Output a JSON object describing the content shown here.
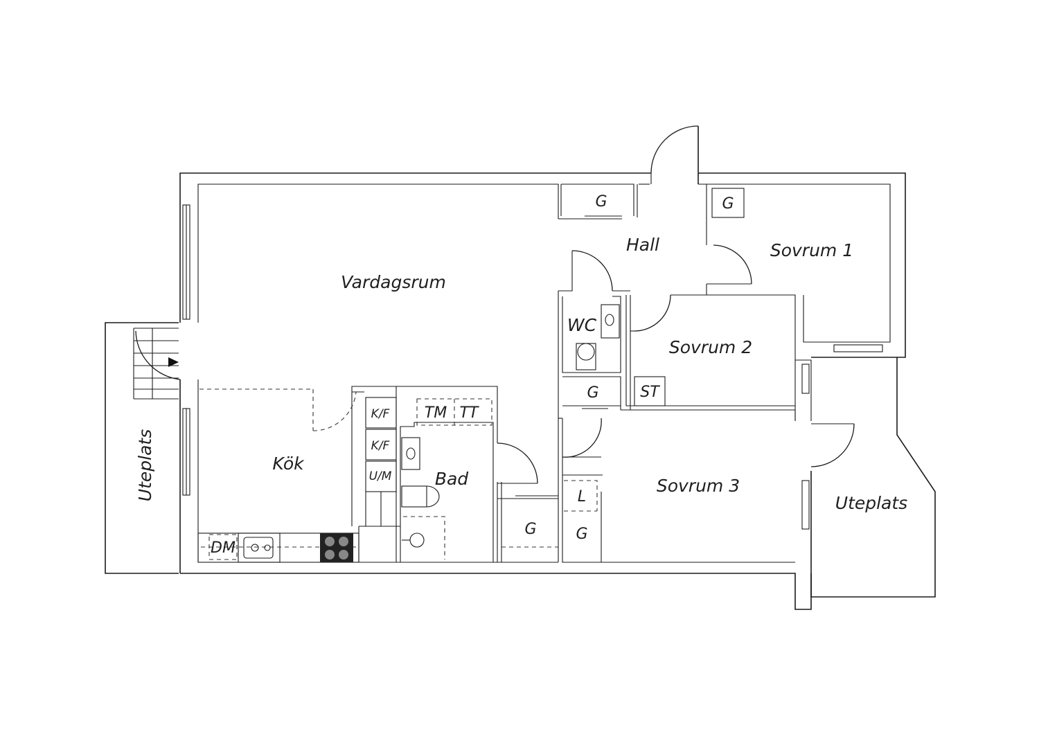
{
  "rooms": {
    "vardagsrum": "Vardagsrum",
    "hall": "Hall",
    "sovrum1": "Sovrum 1",
    "sovrum2": "Sovrum 2",
    "sovrum3": "Sovrum 3",
    "kok": "Kök",
    "bad": "Bad",
    "wc": "WC",
    "uteplats_left": "Uteplats",
    "uteplats_right": "Uteplats"
  },
  "fixtures": {
    "g_top": "G",
    "g_sovrum1": "G",
    "g_hall_lower": "G",
    "g_bath_corridor": "G",
    "g_sovrum3": "G",
    "l_sovrum3": "L",
    "st": "ST",
    "tm": "TM",
    "tt": "TT",
    "kf1": "K/F",
    "kf2": "K/F",
    "um": "U/M",
    "dm": "DM"
  },
  "icons": [
    "entrance-arrow-icon",
    "stove-icon",
    "sink-icon",
    "toilet-icon",
    "shower-icon",
    "washbasin-icon"
  ]
}
